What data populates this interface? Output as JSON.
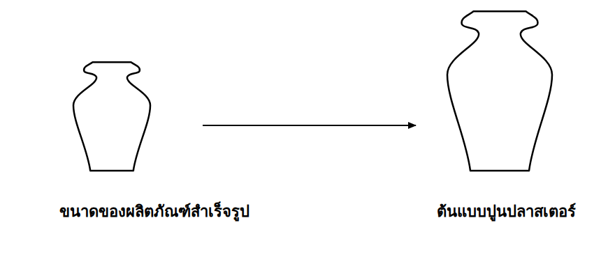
{
  "diagram": {
    "nodes": [
      {
        "text": [
          "ขนาดของผลิตภัณฑ์สำเร็จรูป"
        ]
      },
      {
        "text": [
          "ต้นแบบปูนปลาสเตอร์"
        ]
      }
    ],
    "edges": [
      {
        "from": 0,
        "to": 1,
        "arrow": "to"
      }
    ]
  }
}
